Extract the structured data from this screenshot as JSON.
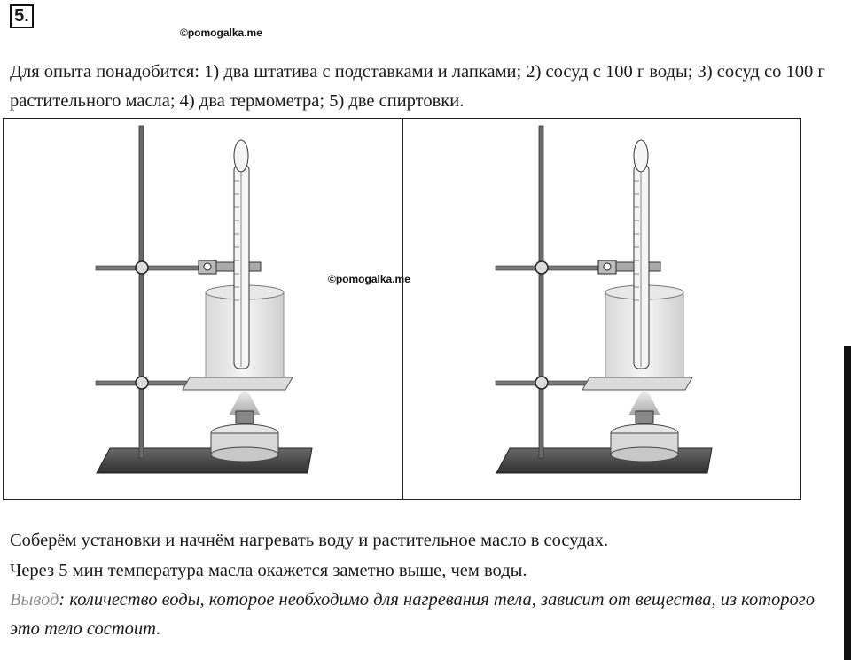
{
  "task_number": "5.",
  "watermark": "©pomogalka.me",
  "intro": "Для опыта понадобится: 1) два штатива с подставками и лапками; 2) сосуд с 100 г воды;  3) сосуд со 100 г растительного масла; 4) два термометра; 5) две спиртовки.",
  "body": {
    "line1": "Соберём установки и начнём нагревать воду и растительное масло в сосудах.",
    "line2": "Через 5 мин температура масла окажется заметно выше, чем воды.",
    "conclusion_label": "Вывод",
    "conclusion_text": ": количество воды, которое необходимо для нагревания тела, зависит от вещества, из которого это тело состоит."
  }
}
